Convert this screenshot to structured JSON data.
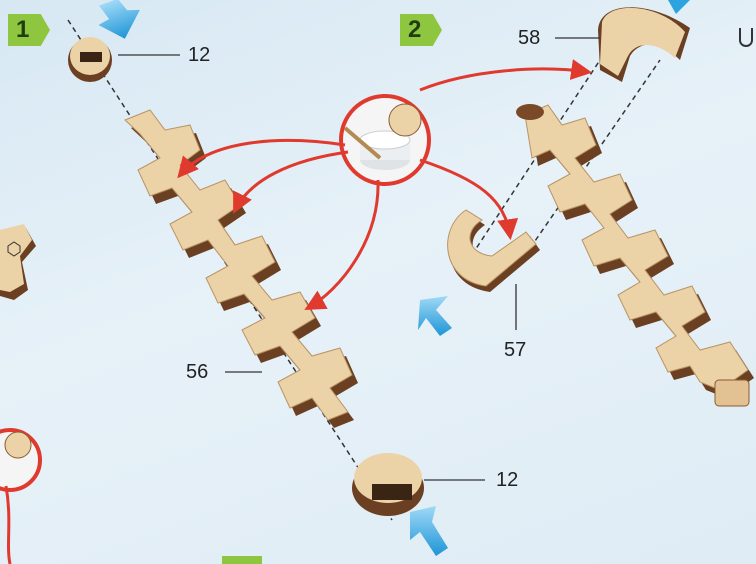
{
  "steps": [
    {
      "number": "1"
    },
    {
      "number": "2"
    }
  ],
  "part_labels": {
    "top_left_bushing": "12",
    "bottom_bushing": "12",
    "shaft": "56",
    "u_piece": "57",
    "top_half_ring": "58"
  },
  "colors": {
    "badge": "#8ec63f",
    "glue_arrow": "#e03a2f",
    "insert_arrow": "#2aa3e0",
    "wood_light": "#ecd2a7",
    "wood_dark": "#6b3f22"
  },
  "icons": [
    "glue-pot-icon",
    "insert-direction-arrow-icon"
  ]
}
